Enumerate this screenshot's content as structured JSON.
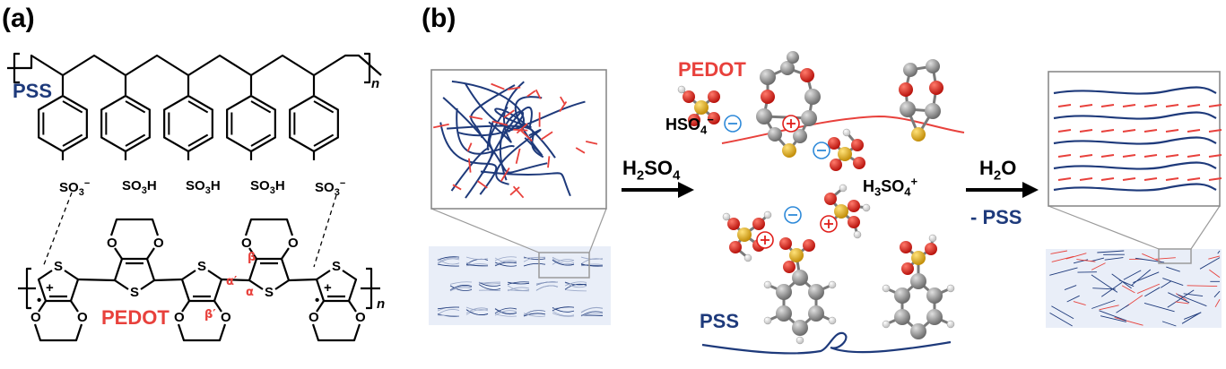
{
  "panel_a": {
    "label": "(a)",
    "pss": {
      "name": "PSS",
      "subscript_n": "n",
      "groups": [
        {
          "main": "SO",
          "sub": "3",
          "sup": "−"
        },
        {
          "main": "SO",
          "sub": "3",
          "tail": "H"
        },
        {
          "main": "SO",
          "sub": "3",
          "tail": "H"
        },
        {
          "main": "SO",
          "sub": "3",
          "tail": "H"
        },
        {
          "main": "SO",
          "sub": "3",
          "sup": "−"
        }
      ]
    },
    "pedot": {
      "name": "PEDOT",
      "subscript_n": "n",
      "atom_S": "S",
      "atom_O": "O",
      "charge_plus": "+",
      "radical_dot": "•",
      "alpha": "α",
      "alpha_prime": "α′",
      "beta": "β",
      "beta_prime": "β′"
    }
  },
  "panel_b": {
    "label": "(b)",
    "pedot_label": "PEDOT",
    "pss_label": "PSS",
    "hso4": {
      "main": "HSO",
      "sub": "4",
      "sup": "−"
    },
    "h3so4": {
      "main": "H",
      "sub1": "3",
      "mid": "SO",
      "sub2": "4",
      "sup": "+"
    },
    "arrow1": {
      "main": "H",
      "sub1": "2",
      "mid": "SO",
      "sub2": "4"
    },
    "arrow2": {
      "main": "H",
      "sub": "2",
      "tail": "O",
      "below": "- PSS"
    },
    "plus_sign": "+",
    "minus_sign": "−"
  },
  "colors": {
    "pss_blue": "#1e3a7b",
    "pedot_red": "#e8413c",
    "sulfur_yellow": "#e2b31c",
    "oxygen_red": "#e0201c",
    "carbon_gray": "#8f8f8f",
    "hydrogen_white": "#f2f2f2",
    "film_bg": "#e9eef8",
    "minus_blue": "#2f8ad9"
  }
}
